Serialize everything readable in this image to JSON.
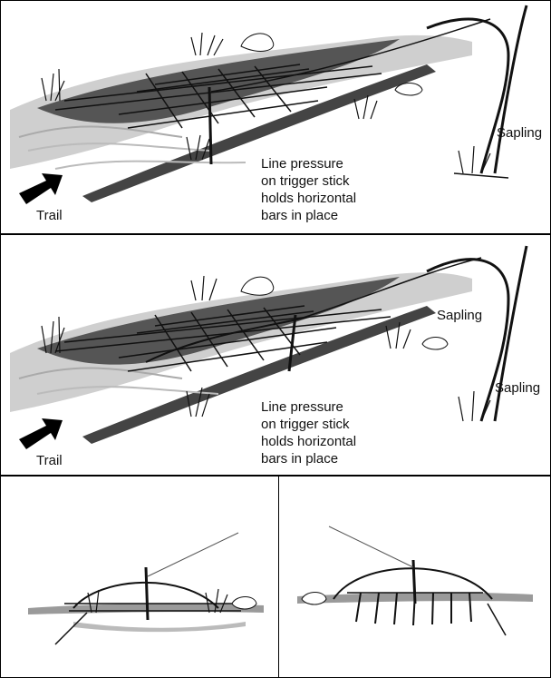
{
  "panels": {
    "top": {
      "sapling_label": "Sapling",
      "trail_label": "Trail",
      "caption_lines": [
        "Line pressure",
        "on trigger stick",
        "holds horizontal",
        "bars in place"
      ]
    },
    "middle": {
      "sapling_labels": [
        "Sapling",
        "Sapling"
      ],
      "trail_label": "Trail",
      "caption_lines": [
        "Line pressure",
        "on trigger stick",
        "holds horizontal",
        "bars in place"
      ]
    }
  },
  "colors": {
    "ink": "#111111",
    "shadow": "#555555",
    "ground": "#9a9a9a",
    "light_ground": "#cfcfcf"
  }
}
